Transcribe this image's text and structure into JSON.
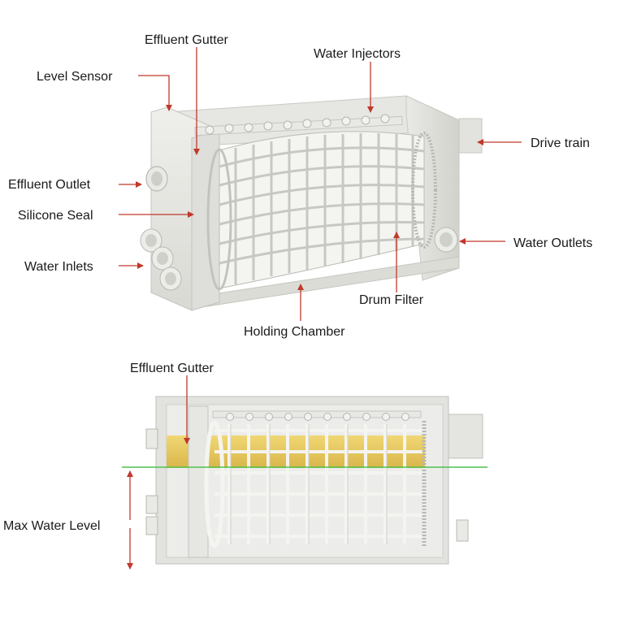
{
  "top_diagram": {
    "labels": {
      "effluent_gutter": "Effluent Gutter",
      "water_injectors": "Water Injectors",
      "level_sensor": "Level Sensor",
      "drive_train": "Drive train",
      "effluent_outlet": "Effluent Outlet",
      "silicone_seal": "Silicone Seal",
      "water_outlets": "Water Outlets",
      "water_inlets": "Water Inlets",
      "drum_filter": "Drum Filter",
      "holding_chamber": "Holding Chamber"
    }
  },
  "bottom_diagram": {
    "labels": {
      "effluent_gutter": "Effluent Gutter",
      "max_water_level": "Max Water Level"
    }
  },
  "colors": {
    "arrow": "#c0392b",
    "water_level_line": "#4fc24f",
    "body": "#e4e4e0",
    "water_fill": "#e8c85a"
  }
}
